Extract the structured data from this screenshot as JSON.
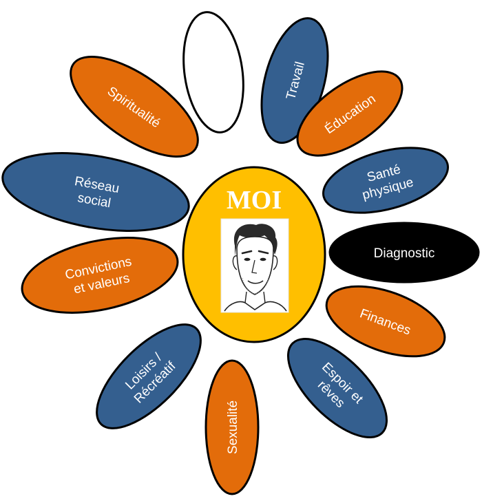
{
  "center": {
    "title": "MOI",
    "fill": "#FFBF00",
    "portrait": "man-portrait-sketch"
  },
  "petals": [
    {
      "id": "empty",
      "lines": [],
      "fill": "#ffffff"
    },
    {
      "id": "travail",
      "lines": [
        "Travail"
      ],
      "fill": "#345F8F"
    },
    {
      "id": "education",
      "lines": [
        "Éducation"
      ],
      "fill": "#E36C0A"
    },
    {
      "id": "sante",
      "lines": [
        "Santé",
        "physique"
      ],
      "fill": "#345F8F"
    },
    {
      "id": "diagnostic",
      "lines": [
        "Diagnostic"
      ],
      "fill": "#000000"
    },
    {
      "id": "finances",
      "lines": [
        "Finances"
      ],
      "fill": "#E36C0A"
    },
    {
      "id": "espoir",
      "lines": [
        "Espoir et",
        "rêves"
      ],
      "fill": "#345F8F"
    },
    {
      "id": "sexualite",
      "lines": [
        "Sexualité"
      ],
      "fill": "#E36C0A"
    },
    {
      "id": "loisirs",
      "lines": [
        "Loisirs /",
        "Récréatif"
      ],
      "fill": "#345F8F"
    },
    {
      "id": "convictions",
      "lines": [
        "Convictions",
        "et valeurs"
      ],
      "fill": "#E36C0A"
    },
    {
      "id": "reseau",
      "lines": [
        "Réseau",
        "social"
      ],
      "fill": "#345F8F"
    },
    {
      "id": "spiritualite",
      "lines": [
        "Spiritualité"
      ],
      "fill": "#E36C0A"
    }
  ]
}
